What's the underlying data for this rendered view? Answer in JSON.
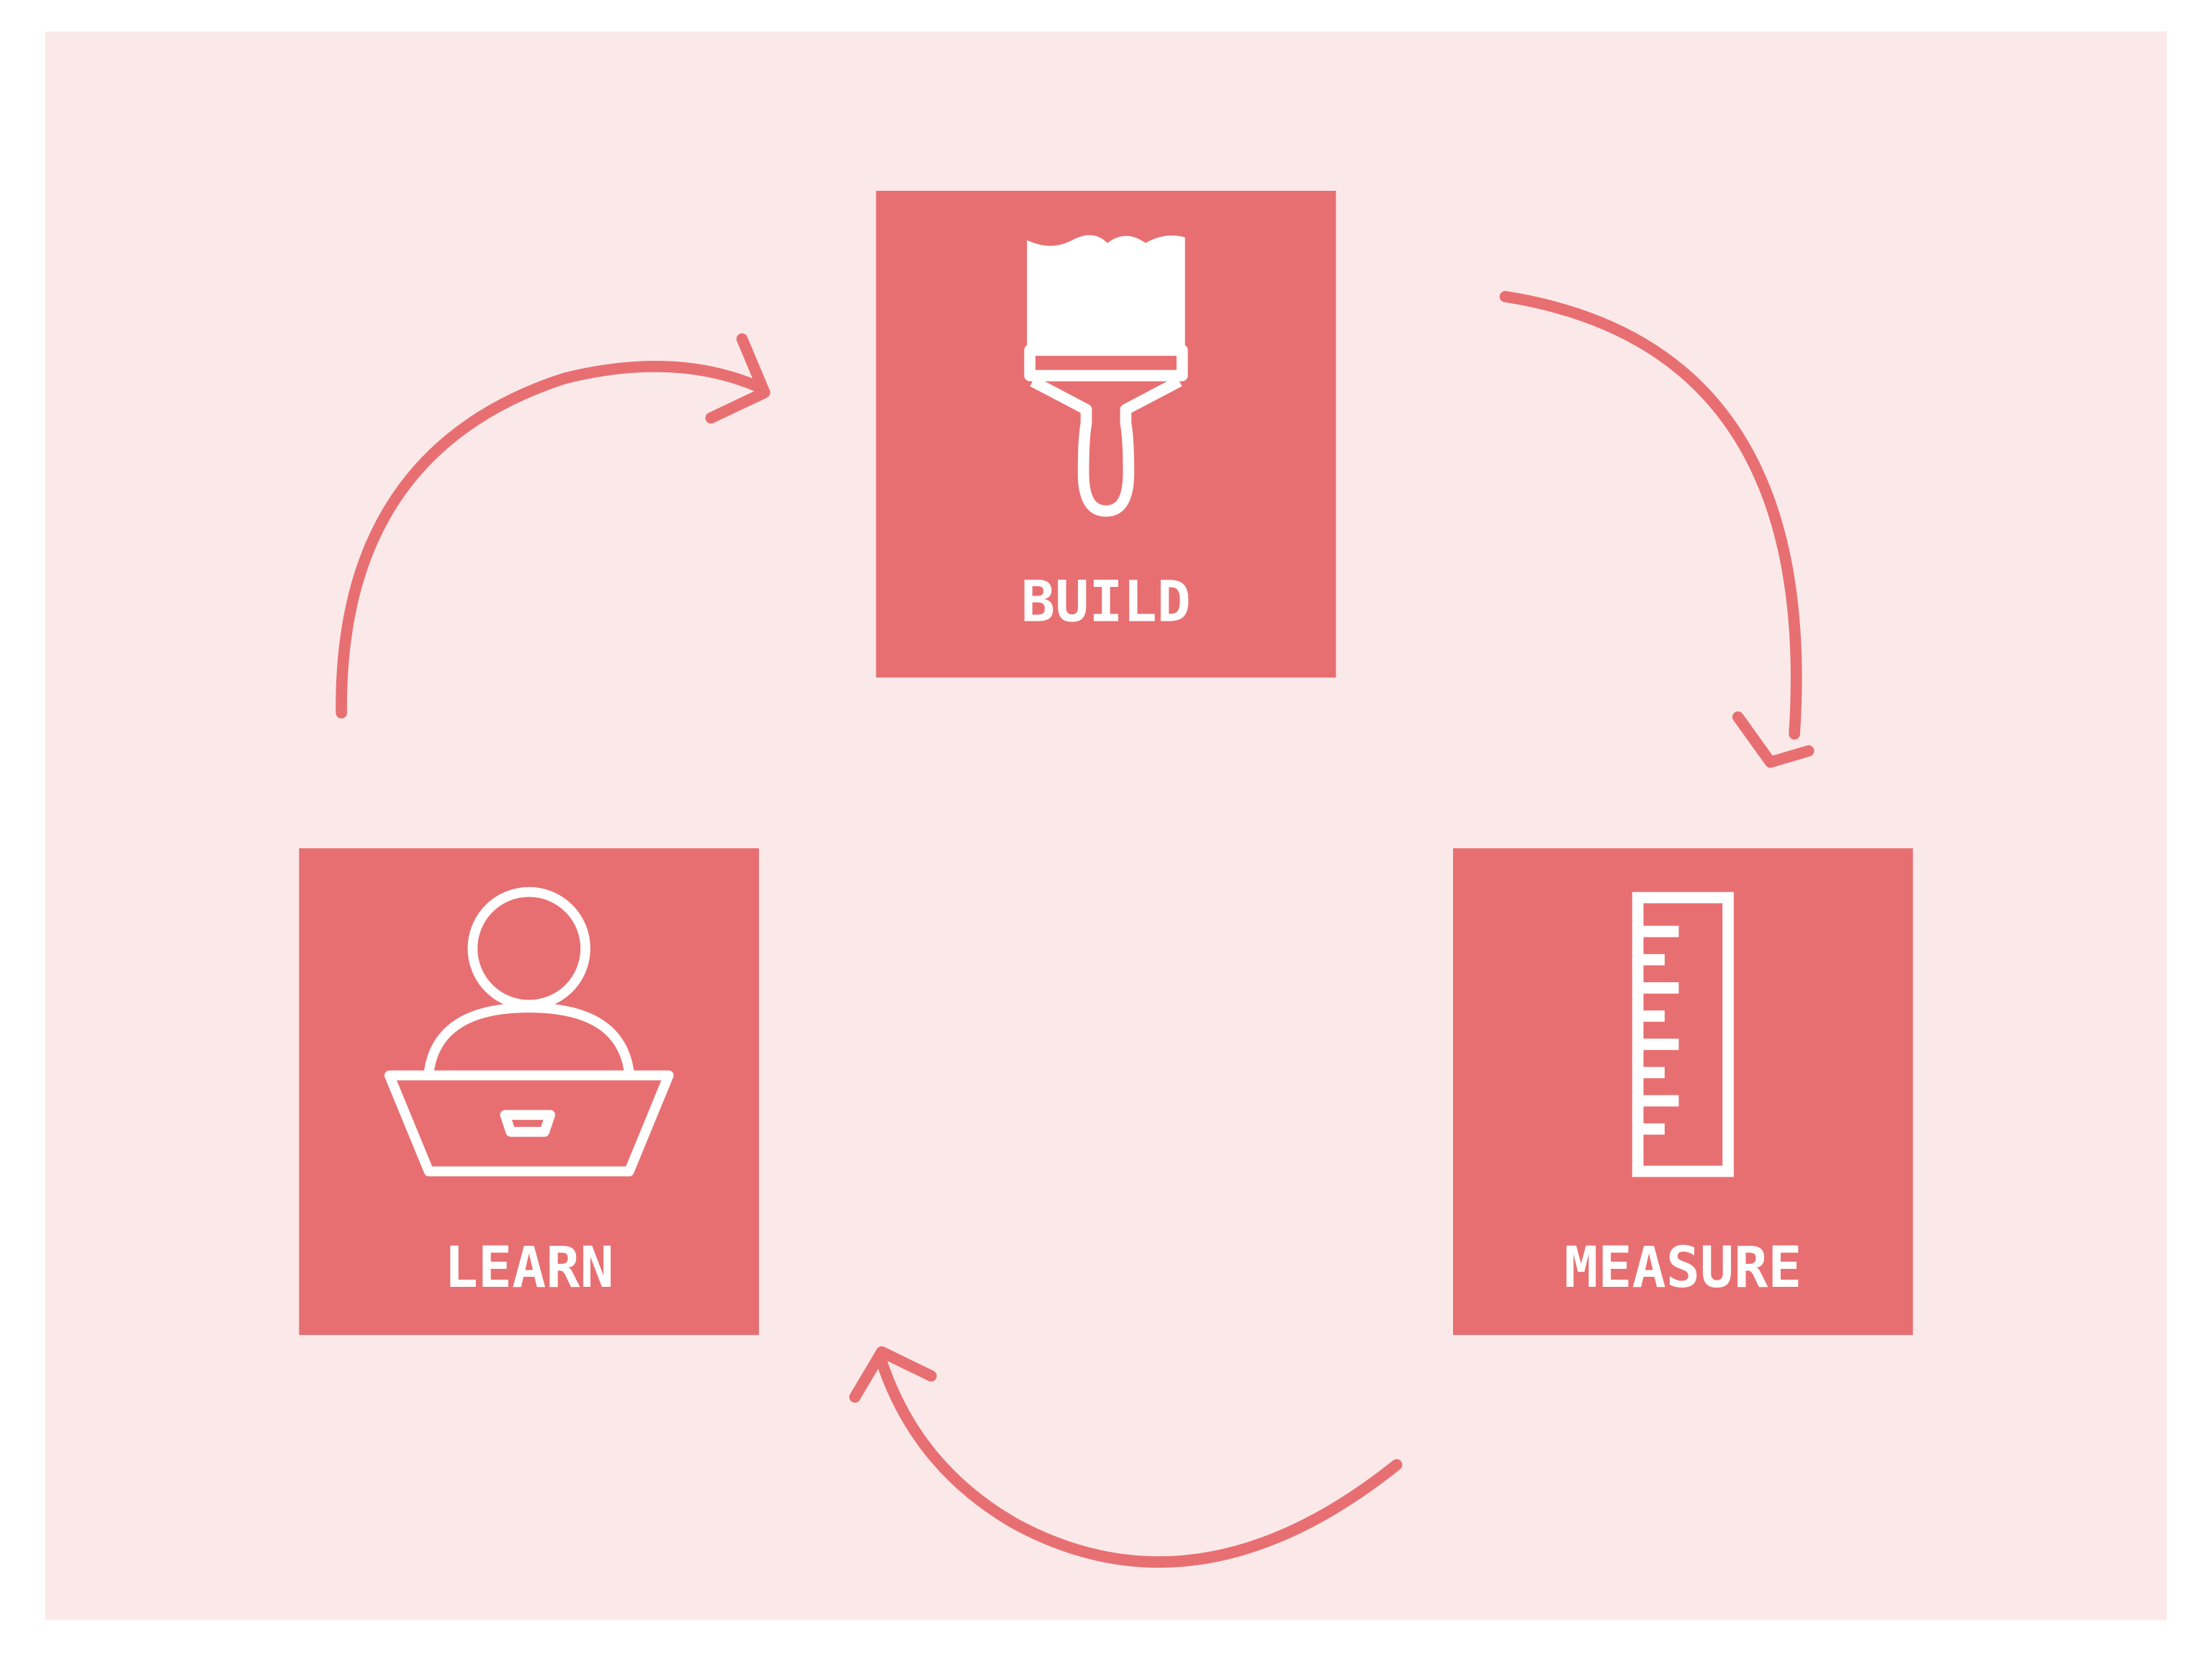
{
  "colors": {
    "background": "#fbe9ea",
    "box": "#e86f71",
    "arrow": "#e86f71",
    "icon": "#ffffff"
  },
  "steps": [
    {
      "label": "BUILD",
      "icon": "paintbrush-icon"
    },
    {
      "label": "MEASURE",
      "icon": "ruler-icon"
    },
    {
      "label": "LEARN",
      "icon": "person-laptop-icon"
    }
  ]
}
